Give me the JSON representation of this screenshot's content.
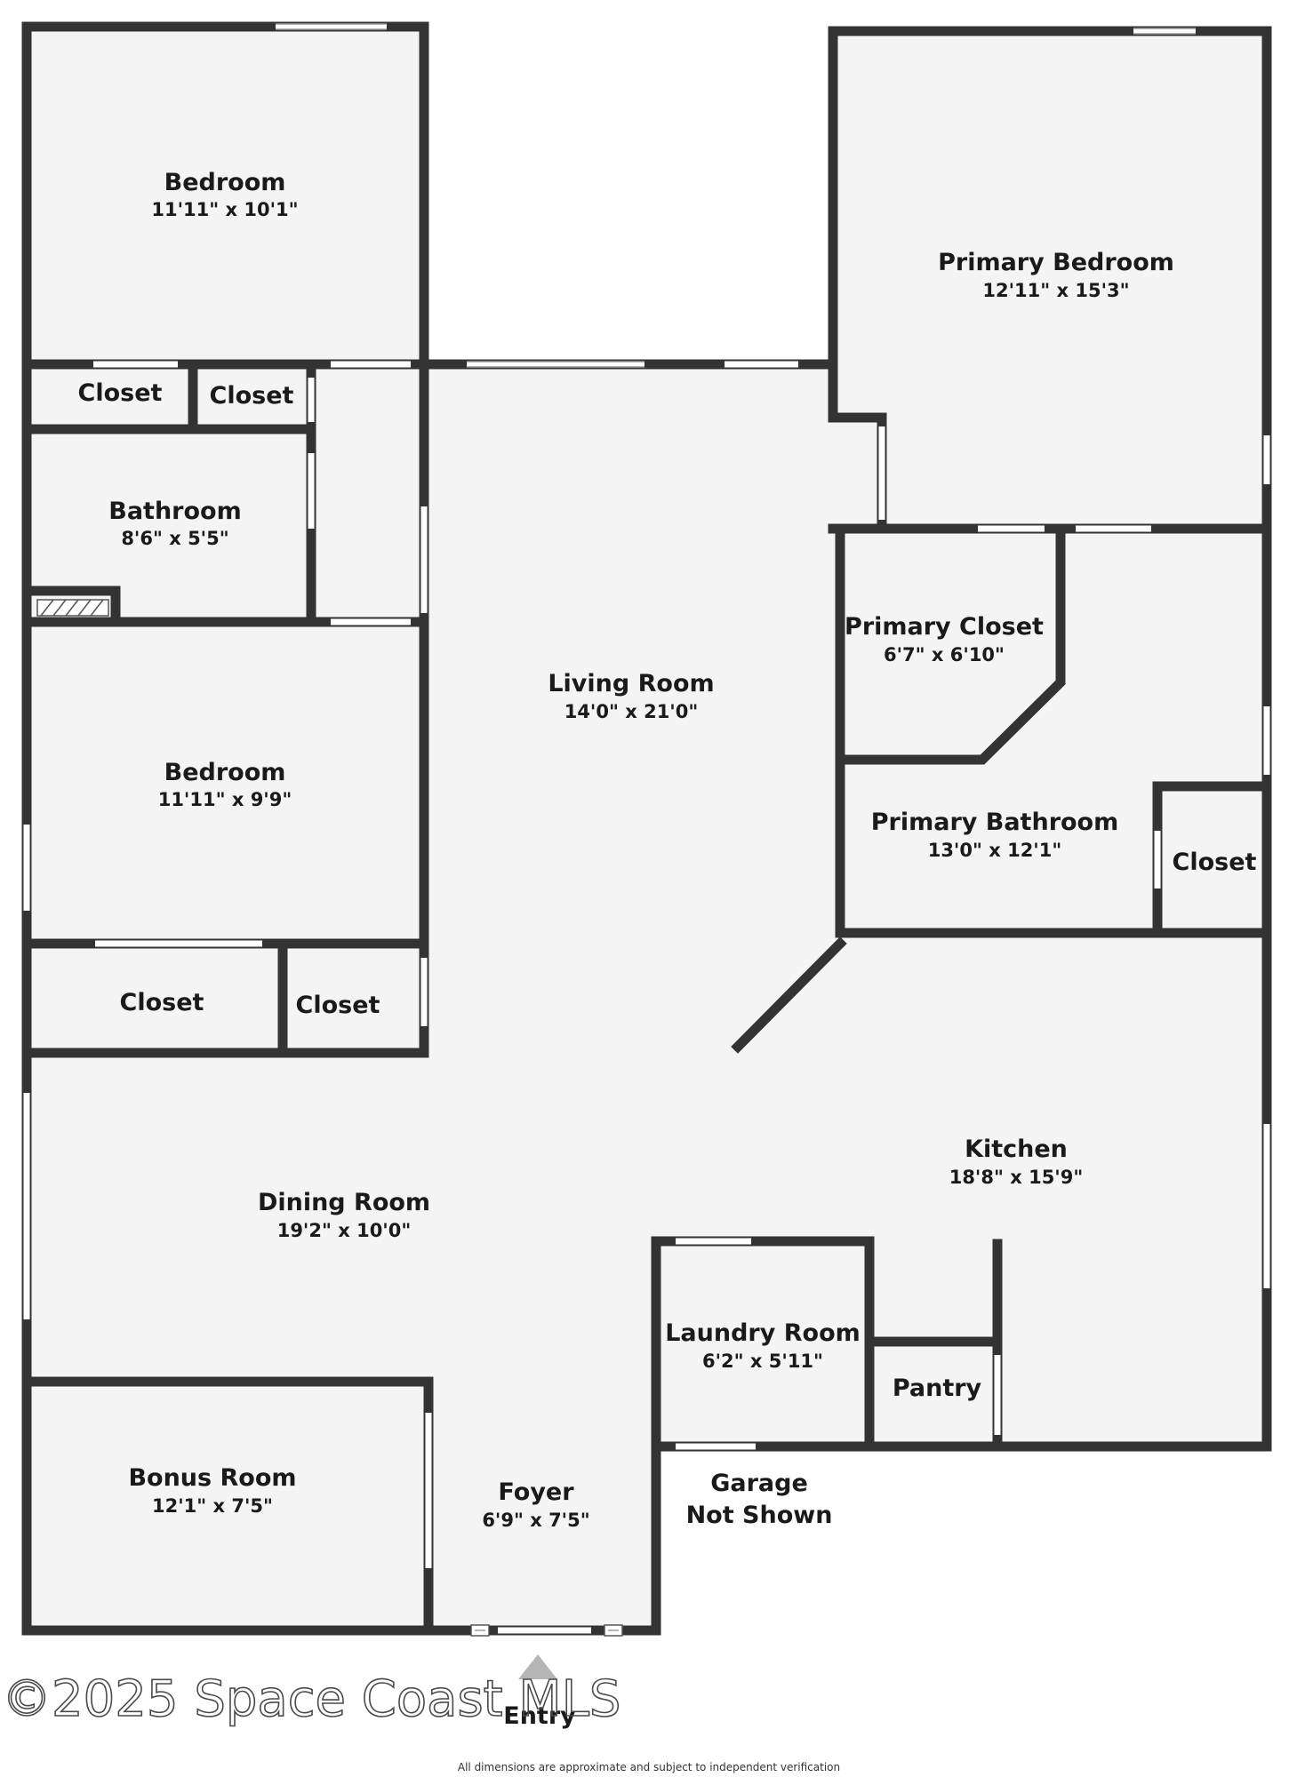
{
  "rooms": {
    "bedroom_1": {
      "name": "Bedroom",
      "dims": "11'11\" x 10'1\""
    },
    "closet_1": {
      "name": "Closet"
    },
    "closet_2": {
      "name": "Closet"
    },
    "bathroom": {
      "name": "Bathroom",
      "dims": "8'6\" x 5'5\""
    },
    "bedroom_2": {
      "name": "Bedroom",
      "dims": "11'11\" x 9'9\""
    },
    "closet_3": {
      "name": "Closet"
    },
    "closet_4": {
      "name": "Closet"
    },
    "living_room": {
      "name": "Living Room",
      "dims": "14'0\" x 21'0\""
    },
    "primary_bedroom": {
      "name": "Primary Bedroom",
      "dims": "12'11\" x 15'3\""
    },
    "primary_closet": {
      "name": "Primary Closet",
      "dims": "6'7\" x 6'10\""
    },
    "primary_bathroom": {
      "name": "Primary Bathroom",
      "dims": "13'0\" x 12'1\""
    },
    "closet_5": {
      "name": "Closet"
    },
    "kitchen": {
      "name": "Kitchen",
      "dims": "18'8\" x 15'9\""
    },
    "dining_room": {
      "name": "Dining Room",
      "dims": "19'2\" x 10'0\""
    },
    "laundry_room": {
      "name": "Laundry Room",
      "dims": "6'2\" x 5'11\""
    },
    "pantry": {
      "name": "Pantry"
    },
    "bonus_room": {
      "name": "Bonus Room",
      "dims": "12'1\" x 7'5\""
    },
    "foyer": {
      "name": "Foyer",
      "dims": "6'9\" x 7'5\""
    }
  },
  "garage_label": {
    "line1": "Garage",
    "line2": "Not Shown"
  },
  "entry_label": "Entry",
  "watermark": "©2025 Space Coast MLS",
  "disclaimer": "All dimensions are approximate and subject to independent verification",
  "colors": {
    "wall": "#333333",
    "floor": "#f4f4f4",
    "window": "#ffffff",
    "background": "#ffffff"
  }
}
